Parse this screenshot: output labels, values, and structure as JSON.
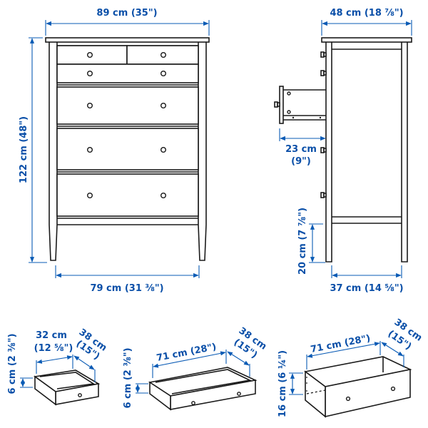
{
  "accent_color": "#0a4fa8",
  "front_view": {
    "width_label": "89 cm (35\")",
    "height_label": "122 cm (48\")",
    "inner_width_label": "79 cm (31 ⅜\")",
    "drawer_count": 6
  },
  "side_view": {
    "depth_label": "48 cm (18 ⅞\")",
    "drawer_extension_label_cm": "23 cm",
    "drawer_extension_label_in": "(9\")",
    "floor_clearance_label": "20 cm (7 ⅞\")",
    "inner_depth_label": "37 cm (14 ⅝\")"
  },
  "drawers": [
    {
      "name": "small-drawer",
      "width_cm": "32 cm",
      "width_in": "(12 ⅝\")",
      "depth_cm": "38 cm",
      "depth_in": "(15\")",
      "height_label": "6 cm (2 ⅜\")"
    },
    {
      "name": "wide-shallow-drawer",
      "width_label": "71 cm (28\")",
      "depth_cm": "38 cm",
      "depth_in": "(15\")",
      "height_label": "6 cm (2 ⅜\")"
    },
    {
      "name": "wide-deep-drawer",
      "width_label": "71 cm (28\")",
      "depth_cm": "38 cm",
      "depth_in": "(15\")",
      "height_label": "16 cm (6 ¼\")"
    }
  ]
}
